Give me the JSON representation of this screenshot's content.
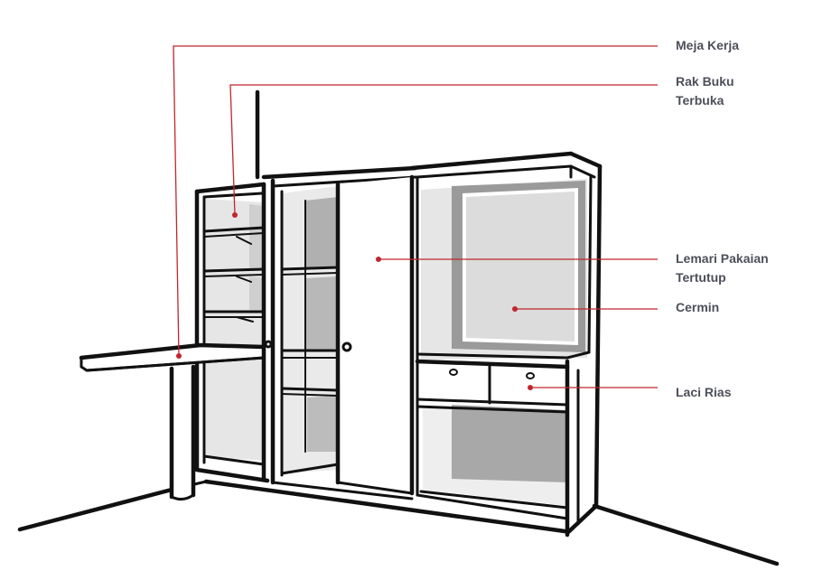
{
  "labels": {
    "meja_kerja": "Meja Kerja",
    "rak_buku": "Rak Buku\nTerbuka",
    "lemari": "Lemari Pakaian\nTertutup",
    "cermin": "Cermin",
    "laci": "Laci Rias"
  },
  "colors": {
    "leader": "#c0262d",
    "label_text": "#4d4f5a",
    "ink": "#111111",
    "shade_light": "#e4e4e4",
    "shade_mid": "#d2d2d2",
    "shade_dark": "#a9a9a9"
  }
}
